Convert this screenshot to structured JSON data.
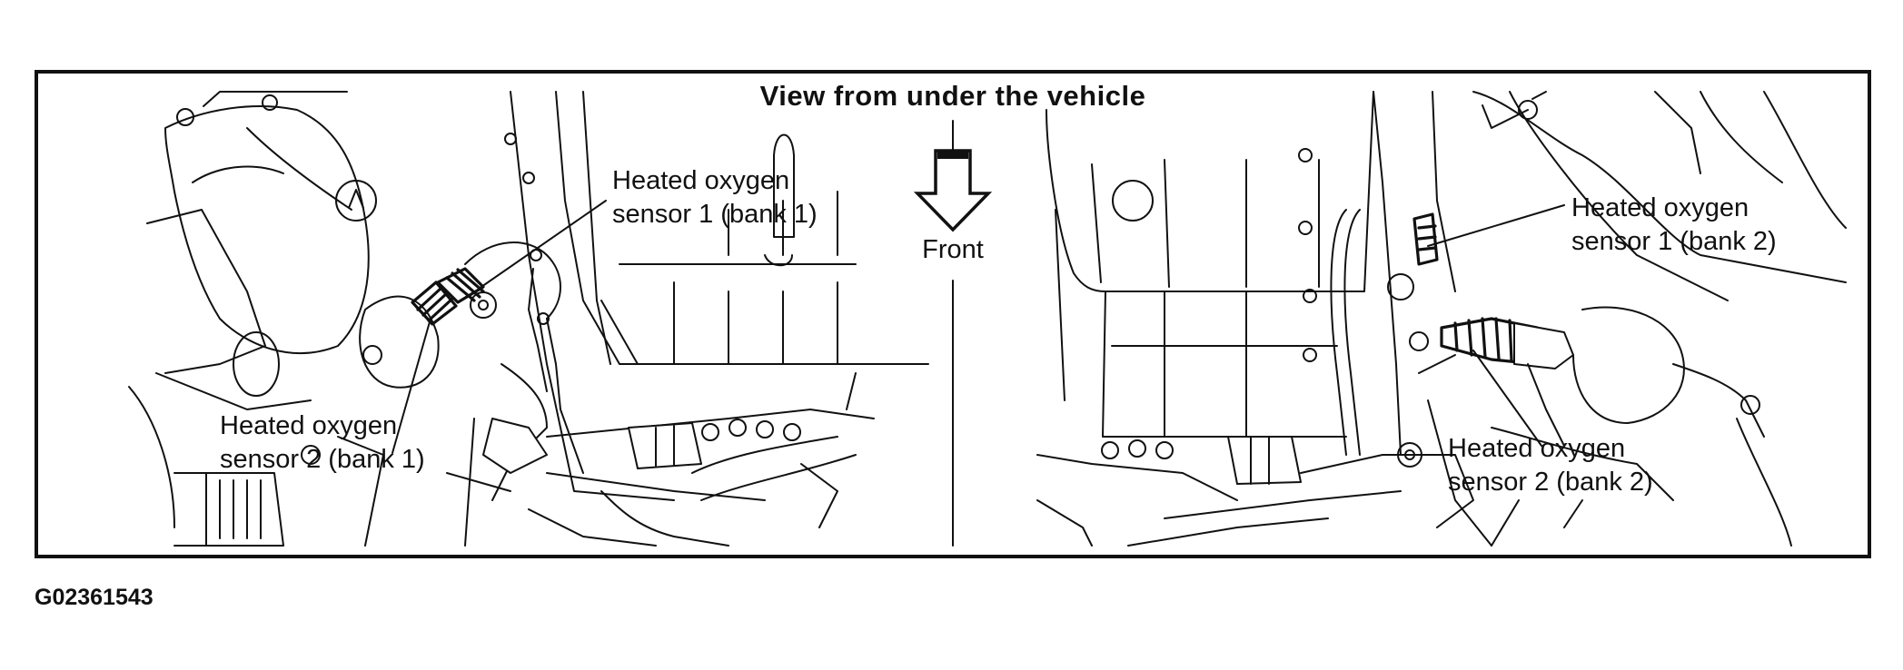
{
  "diagram": {
    "title": "View from under the vehicle",
    "direction_label": "Front",
    "callouts": {
      "left_upper": {
        "line1": "Heated oxygen",
        "line2": "sensor 1 (bank 1)"
      },
      "left_lower": {
        "line1": "Heated oxygen",
        "line2": "sensor 2 (bank 1)"
      },
      "right_upper": {
        "line1": "Heated oxygen",
        "line2": "sensor 1 (bank 2)"
      },
      "right_lower": {
        "line1": "Heated oxygen",
        "line2": "sensor 2 (bank 2)"
      }
    },
    "figure_id": "G02361543"
  },
  "style": {
    "ink": "#111111",
    "background": "#ffffff"
  }
}
